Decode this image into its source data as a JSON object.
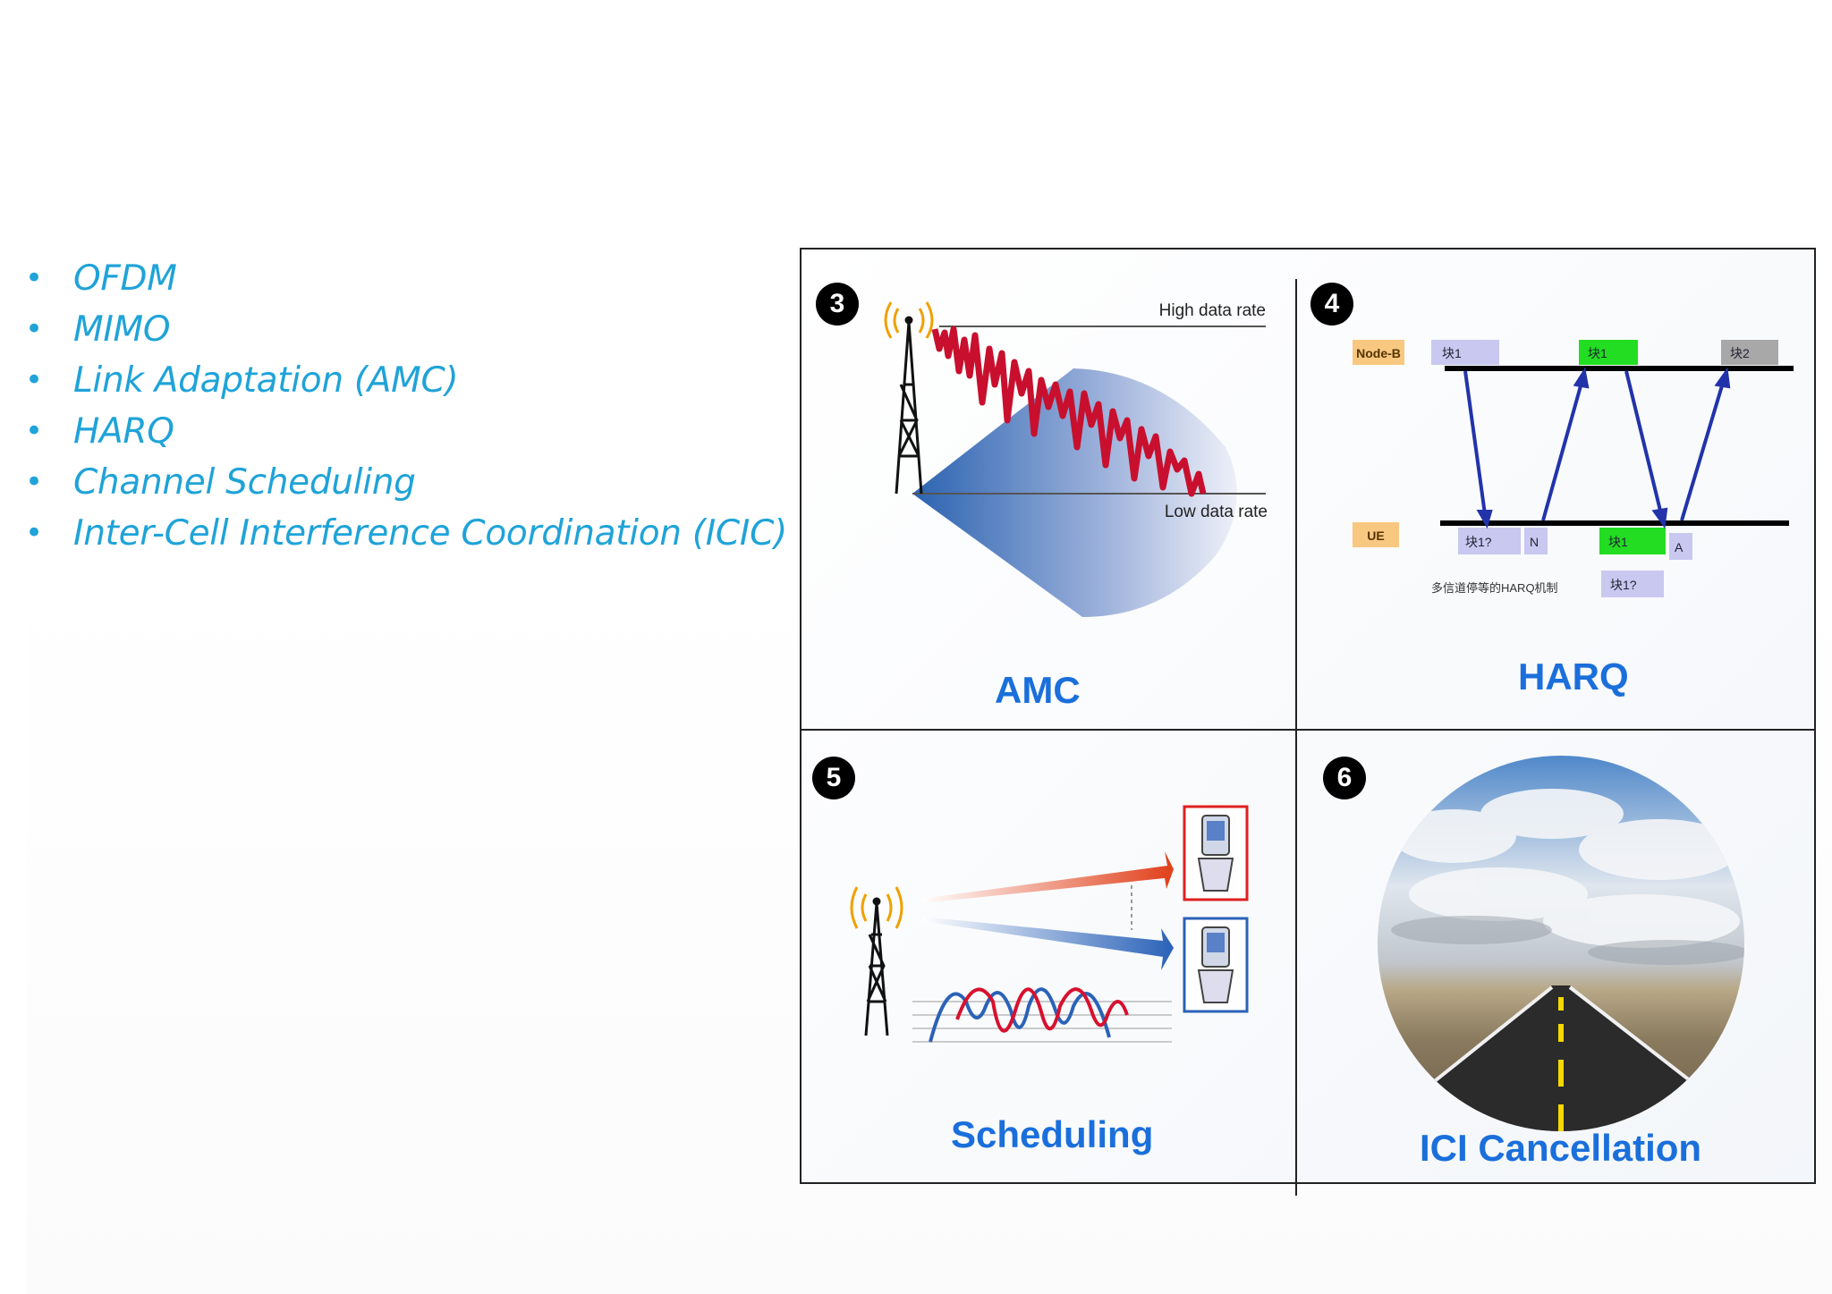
{
  "bullets": [
    "OFDM",
    "MIMO",
    "Link Adaptation (AMC)",
    "HARQ",
    "Channel Scheduling",
    "Inter-Cell Interference Coordination (ICIC)"
  ],
  "bullet_symbol": "•",
  "colors": {
    "bullet_text": "#1fa3d8",
    "caption": "#1a6fdb",
    "amc_signal": "#c8102e",
    "harq_arrow": "#2233aa",
    "harq_green": "#22dd22",
    "harq_lavender": "#c8c8f0",
    "harq_orange": "#f8c880"
  },
  "panels": {
    "amc": {
      "number": "3",
      "caption": "AMC",
      "high_label": "High data rate",
      "low_label": "Low data rate"
    },
    "harq": {
      "number": "4",
      "caption": "HARQ",
      "node_label": "Node-B",
      "ue_label": "UE",
      "top_blocks": [
        "块1",
        "块1",
        "块2"
      ],
      "bottom_blocks": [
        "块1?",
        "N",
        "块1",
        "A"
      ],
      "extra_block": "块1?",
      "note": "多信道停等的HARQ机制"
    },
    "scheduling": {
      "number": "5",
      "caption": "Scheduling"
    },
    "ici": {
      "number": "6",
      "caption": "ICI Cancellation"
    }
  },
  "icons": [
    "tower-icon",
    "phone-icon",
    "road-photo"
  ]
}
